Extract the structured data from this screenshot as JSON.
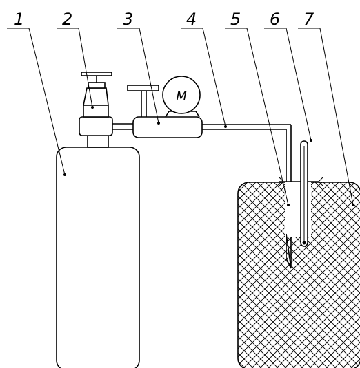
{
  "labels": [
    {
      "id": "1",
      "text": "1"
    },
    {
      "id": "2",
      "text": "2"
    },
    {
      "id": "3",
      "text": "3"
    },
    {
      "id": "4",
      "text": "4"
    },
    {
      "id": "5",
      "text": "5"
    },
    {
      "id": "6",
      "text": "6"
    },
    {
      "id": "7",
      "text": "7"
    }
  ],
  "motor": {
    "letter": "M"
  },
  "colors": {
    "line": "#000000",
    "background": "#ffffff"
  }
}
